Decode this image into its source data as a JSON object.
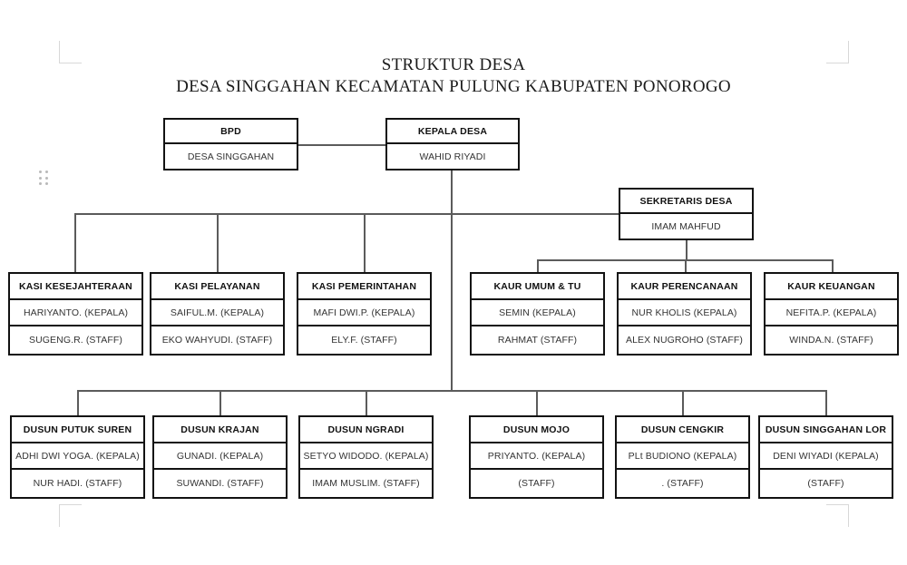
{
  "document": {
    "title_line_1": "STRUKTUR DESA",
    "title_line_2": "DESA SINGGAHAN KECAMATAN PULUNG KABUPATEN PONOROGO"
  },
  "chart_data": {
    "type": "diagram",
    "title": "STRUKTUR DESA DESA SINGGAHAN KECAMATAN PULUNG KABUPATEN PONOROGO",
    "nodes": [
      {
        "id": "bpd",
        "title": "BPD",
        "rows": [
          "DESA SINGGAHAN"
        ]
      },
      {
        "id": "kades",
        "title": "KEPALA DESA",
        "rows": [
          "WAHID RIYADI"
        ]
      },
      {
        "id": "sekdes",
        "title": "SEKRETARIS DESA",
        "rows": [
          "IMAM MAHFUD"
        ]
      },
      {
        "id": "kasi1",
        "title": "KASI KESEJAHTERAAN",
        "rows": [
          "HARIYANTO. (KEPALA)",
          "SUGENG.R. (STAFF)"
        ]
      },
      {
        "id": "kasi2",
        "title": "KASI PELAYANAN",
        "rows": [
          "SAIFUL.M. (KEPALA)",
          "EKO WAHYUDI. (STAFF)"
        ]
      },
      {
        "id": "kasi3",
        "title": "KASI PEMERINTAHAN",
        "rows": [
          "MAFI DWI.P. (KEPALA)",
          "ELY.F. (STAFF)"
        ]
      },
      {
        "id": "kaur1",
        "title": "KAUR UMUM & TU",
        "rows": [
          "SEMIN (KEPALA)",
          "RAHMAT (STAFF)"
        ]
      },
      {
        "id": "kaur2",
        "title": "KAUR PERENCANAAN",
        "rows": [
          "NUR KHOLIS  (KEPALA)",
          "ALEX NUGROHO  (STAFF)"
        ]
      },
      {
        "id": "kaur3",
        "title": "KAUR KEUANGAN",
        "rows": [
          "NEFITA.P. (KEPALA)",
          "WINDA.N.  (STAFF)"
        ]
      },
      {
        "id": "dusun1",
        "title": "DUSUN PUTUK SUREN",
        "rows": [
          "ADHI DWI YOGA. (KEPALA)",
          "NUR HADI. (STAFF)"
        ]
      },
      {
        "id": "dusun2",
        "title": "DUSUN KRAJAN",
        "rows": [
          "GUNADI. (KEPALA)",
          "SUWANDI. (STAFF)"
        ]
      },
      {
        "id": "dusun3",
        "title": "DUSUN NGRADI",
        "rows": [
          "SETYO WIDODO. (KEPALA)",
          "IMAM MUSLIM. (STAFF)"
        ]
      },
      {
        "id": "dusun4",
        "title": "DUSUN MOJO",
        "rows": [
          "PRIYANTO. (KEPALA)",
          "(STAFF)"
        ]
      },
      {
        "id": "dusun5",
        "title": "DUSUN CENGKIR",
        "rows": [
          "PLt BUDIONO (KEPALA)",
          ". (STAFF)"
        ]
      },
      {
        "id": "dusun6",
        "title": "DUSUN SINGGAHAN LOR",
        "rows": [
          "DENI WIYADI (KEPALA)",
          "(STAFF)"
        ]
      }
    ],
    "edges": [
      {
        "from": "bpd",
        "to": "kades"
      },
      {
        "from": "kades",
        "to": "sekdes"
      },
      {
        "from": "kades",
        "to": "kasi1"
      },
      {
        "from": "kades",
        "to": "kasi2"
      },
      {
        "from": "kades",
        "to": "kasi3"
      },
      {
        "from": "sekdes",
        "to": "kaur1"
      },
      {
        "from": "sekdes",
        "to": "kaur2"
      },
      {
        "from": "sekdes",
        "to": "kaur3"
      },
      {
        "from": "kades",
        "to": "dusun1"
      },
      {
        "from": "kades",
        "to": "dusun2"
      },
      {
        "from": "kades",
        "to": "dusun3"
      },
      {
        "from": "kades",
        "to": "dusun4"
      },
      {
        "from": "kades",
        "to": "dusun5"
      },
      {
        "from": "kades",
        "to": "dusun6"
      }
    ],
    "colors": {
      "box_border": "#121212",
      "connector": "#5b5b5b",
      "background": "#ffffff",
      "corner_mark": "#d8d8d8"
    }
  }
}
